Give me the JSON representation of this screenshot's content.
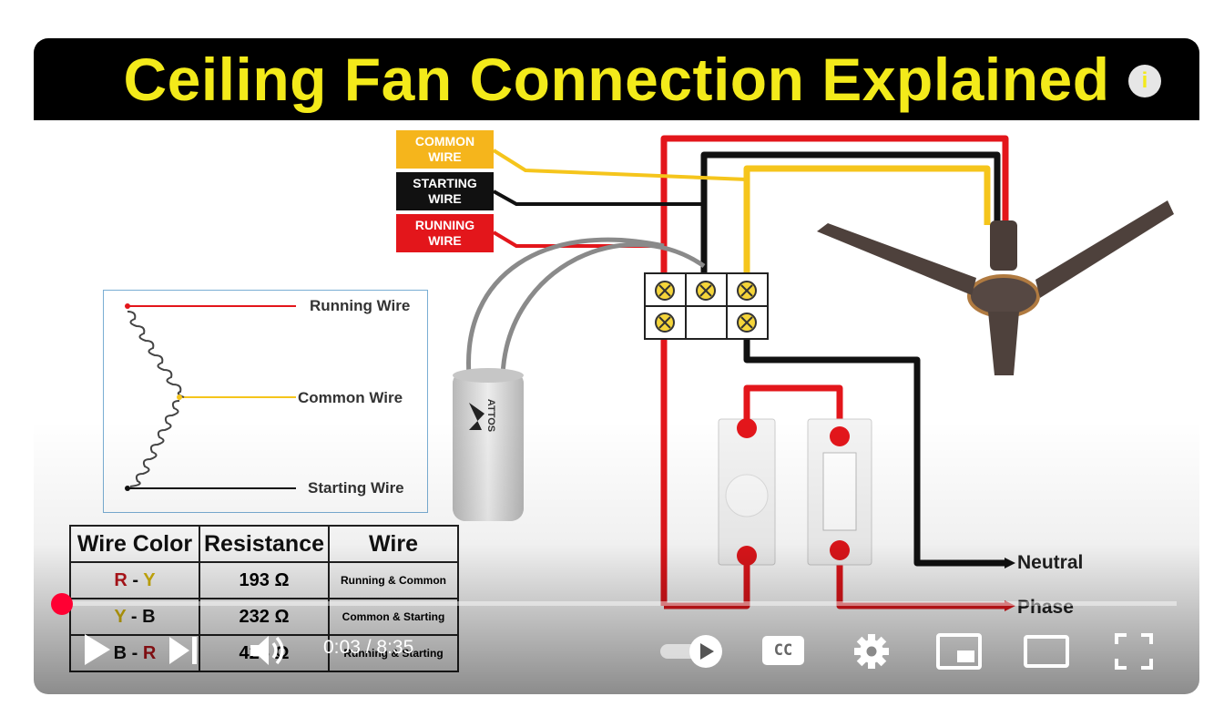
{
  "video": {
    "title_banner": "Ceiling Fan Connection Explained",
    "info_icon": "i"
  },
  "diagram": {
    "wire_tags": [
      {
        "line1": "COMMON",
        "line2": "WIRE",
        "bg": "#f5b51c"
      },
      {
        "line1": "STARTING",
        "line2": "WIRE",
        "bg": "#111111"
      },
      {
        "line1": "RUNNING",
        "line2": "WIRE",
        "bg": "#e3161b"
      }
    ],
    "winding_labels": {
      "running": "Running Wire",
      "common": "Common Wire",
      "starting": "Starting Wire"
    },
    "capacitor_brand": "ATTOS",
    "supply_labels": {
      "neutral": "Neutral",
      "phase": "Phase"
    },
    "colors": {
      "red": "#e3161b",
      "black": "#111111",
      "yellow": "#f5c51c"
    }
  },
  "resistance_table": {
    "headers": [
      "Wire Color",
      "Resistance",
      "Wire"
    ],
    "rows": [
      {
        "c1": "R",
        "sep": " - ",
        "c2": "Y",
        "resistance": "193 Ω",
        "wire": "Running & Common"
      },
      {
        "c1": "Y",
        "sep": " - ",
        "c2": "B",
        "resistance": "232 Ω",
        "wire": "Common & Starting"
      },
      {
        "c1": "B",
        "sep": " - ",
        "c2": "R",
        "resistance": "425 Ω",
        "wire": "Running & Starting"
      }
    ]
  },
  "player": {
    "current_time": "0:03",
    "separator": " / ",
    "duration": "8:35",
    "progress_fraction": 0.006,
    "accent": "#ff0033",
    "controls": [
      "play-icon",
      "next-icon",
      "volume-icon",
      "autoplay-toggle-icon",
      "captions-icon",
      "settings-gear-icon",
      "miniplayer-icon",
      "theater-icon",
      "fullscreen-icon"
    ],
    "cc_label": "CC"
  }
}
